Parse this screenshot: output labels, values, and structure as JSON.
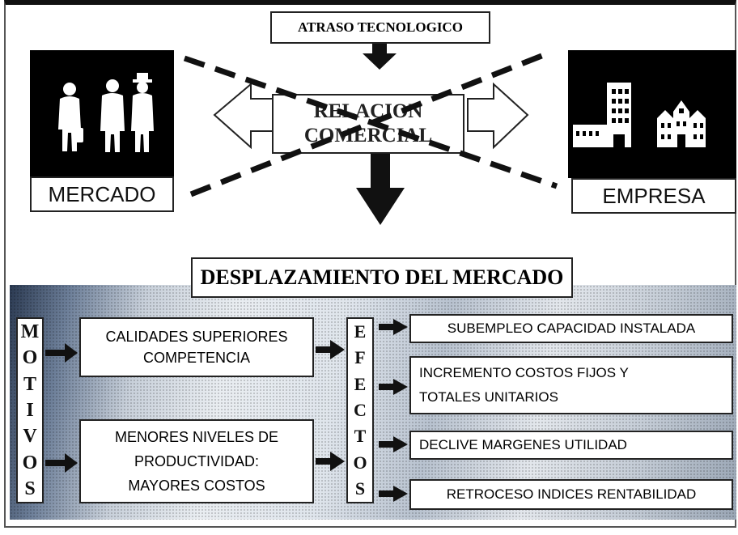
{
  "top_box": "ATRASO TECNOLOGICO",
  "relation_box": {
    "line1": "RELACION",
    "line2": "COMERCIAL"
  },
  "market": {
    "label": "MERCADO"
  },
  "company": {
    "label": "EMPRESA"
  },
  "displacement": "DESPLAZAMIENTO DEL MERCADO",
  "motivos_letters": [
    "M",
    "O",
    "T",
    "I",
    "V",
    "O",
    "S"
  ],
  "efectos_letters": [
    "E",
    "F",
    "E",
    "C",
    "T",
    "O",
    "S"
  ],
  "reasons": [
    {
      "line1": "CALIDADES SUPERIORES",
      "line2": "COMPETENCIA",
      "line3": ""
    },
    {
      "line1": "MENORES NIVELES DE",
      "line2": "PRODUCTIVIDAD:",
      "line3": "MAYORES COSTOS"
    }
  ],
  "effects": [
    {
      "line1": "SUBEMPLEO CAPACIDAD INSTALADA",
      "line2": ""
    },
    {
      "line1": "INCREMENTO COSTOS FIJOS Y",
      "line2": "TOTALES UNITARIOS"
    },
    {
      "line1": "DECLIVE MARGENES UTILIDAD",
      "line2": ""
    },
    {
      "line1": "RETROCESO INDICES RENTABILIDAD",
      "line2": ""
    }
  ]
}
